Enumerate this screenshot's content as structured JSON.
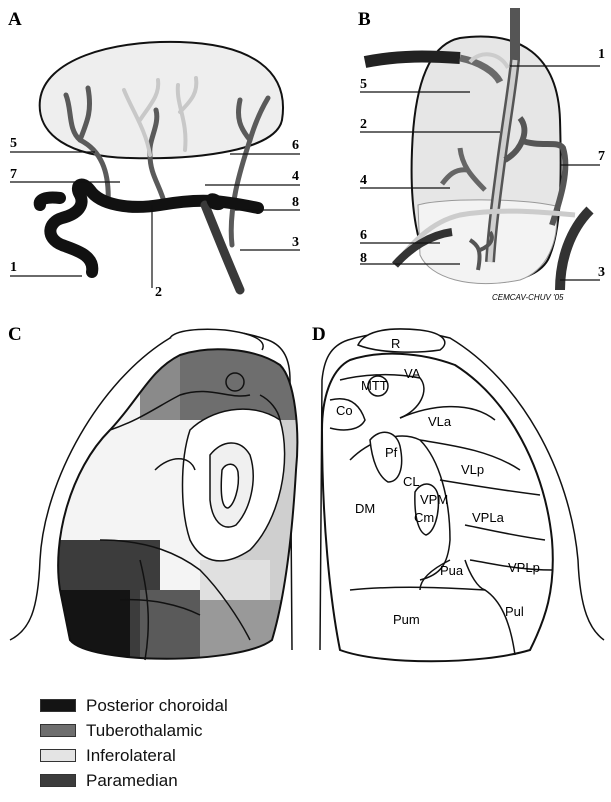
{
  "panels": {
    "a": {
      "letter": "A",
      "callouts": [
        "1",
        "2",
        "3",
        "4",
        "5",
        "6",
        "7",
        "8"
      ]
    },
    "b": {
      "letter": "B",
      "callouts": [
        "1",
        "2",
        "3",
        "4",
        "5",
        "6",
        "7",
        "8"
      ],
      "credit": "CEMCAV-CHUV '05"
    },
    "c": {
      "letter": "C"
    },
    "d": {
      "letter": "D",
      "regions": [
        "R",
        "VA",
        "MTT",
        "Co",
        "VLa",
        "Pf",
        "VLp",
        "CL",
        "DM",
        "VPM",
        "Cm",
        "VPLa",
        "Pua",
        "VPLp",
        "Pum",
        "Pul"
      ]
    }
  },
  "legend": [
    {
      "label": "Posterior choroidal",
      "color": "#141414"
    },
    {
      "label": "Tuberothalamic",
      "color": "#6e6e6e"
    },
    {
      "label": "Inferolateral",
      "color": "#e4e4e4"
    },
    {
      "label": "Paramedian",
      "color": "#3c3c3c"
    }
  ]
}
